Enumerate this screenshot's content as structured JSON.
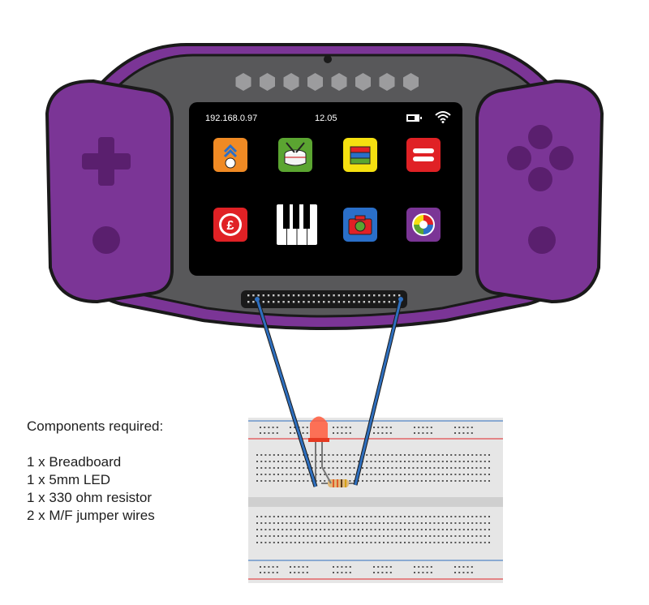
{
  "screen": {
    "ip_address": "192.168.0.97",
    "time": "12.05",
    "apps": [
      {
        "icon": "up-arrows-icon",
        "color": "#f08a24"
      },
      {
        "icon": "drum-icon",
        "color": "#5ba531"
      },
      {
        "icon": "color-bars-icon",
        "color": "#f5e010"
      },
      {
        "icon": "menu-icon",
        "color": "#e02125"
      },
      {
        "icon": "pound-coin-icon",
        "color": "#e02125"
      },
      {
        "icon": "piano-icon",
        "color": "#ffffff"
      },
      {
        "icon": "camera-icon",
        "color": "#2a6fc9"
      },
      {
        "icon": "color-wheel-icon",
        "color": "#7b3596"
      }
    ]
  },
  "components": {
    "heading": "Components required:",
    "items": [
      "1 x Breadboard",
      "1 x 5mm LED",
      "1 x 330 ohm resistor",
      "2 x M/F jumper wires"
    ]
  },
  "colors": {
    "case_purple": "#7b3596",
    "body_gray": "#58585a",
    "wire_blue": "#2e6fbf",
    "led_red": "#ff5a3c"
  }
}
